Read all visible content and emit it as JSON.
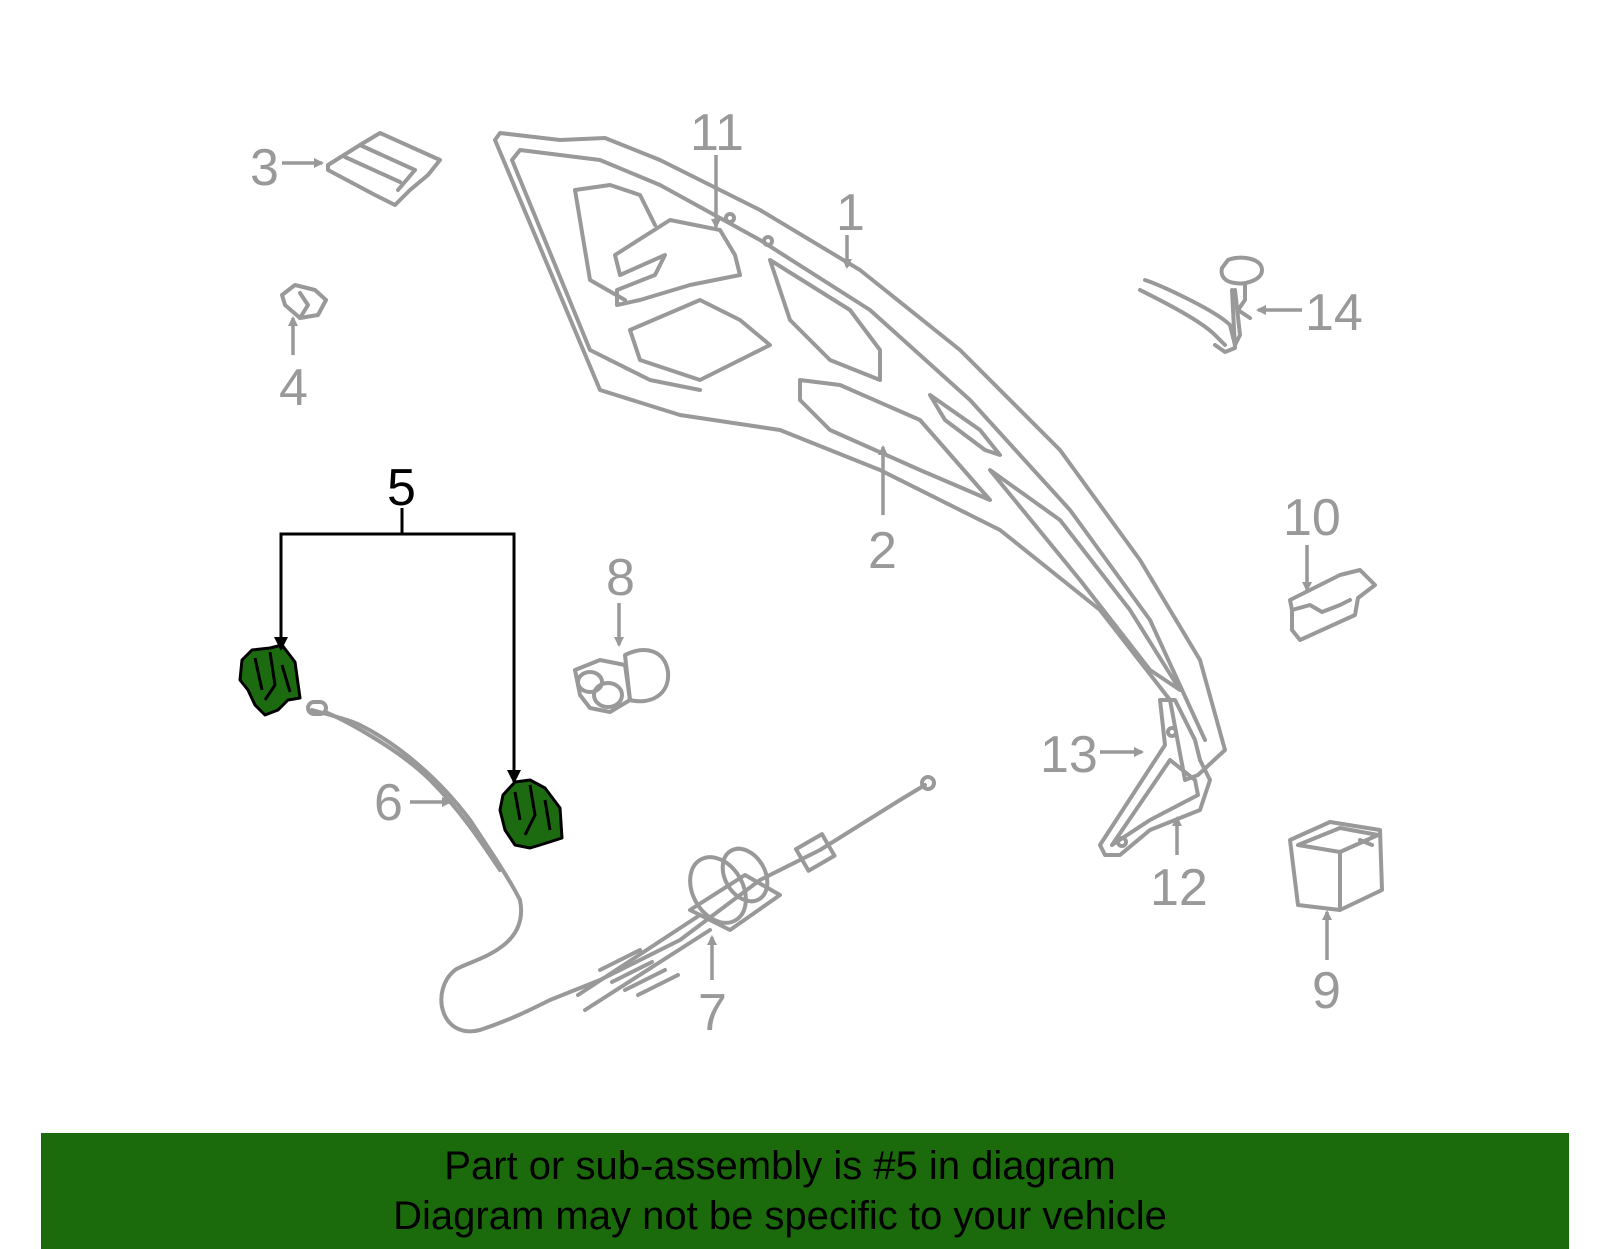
{
  "diagram": {
    "highlighted_part": "5",
    "callouts": [
      {
        "label": "1"
      },
      {
        "label": "2"
      },
      {
        "label": "3"
      },
      {
        "label": "4"
      },
      {
        "label": "5"
      },
      {
        "label": "6"
      },
      {
        "label": "7"
      },
      {
        "label": "8"
      },
      {
        "label": "9"
      },
      {
        "label": "10"
      },
      {
        "label": "11"
      },
      {
        "label": "12"
      },
      {
        "label": "13"
      },
      {
        "label": "14"
      }
    ],
    "highlight_color": "#1d6b10"
  },
  "banner": {
    "line1": "Part or sub-assembly is #5 in diagram",
    "line2": "Diagram may not be specific to your vehicle",
    "color": "#1b6b0c"
  }
}
